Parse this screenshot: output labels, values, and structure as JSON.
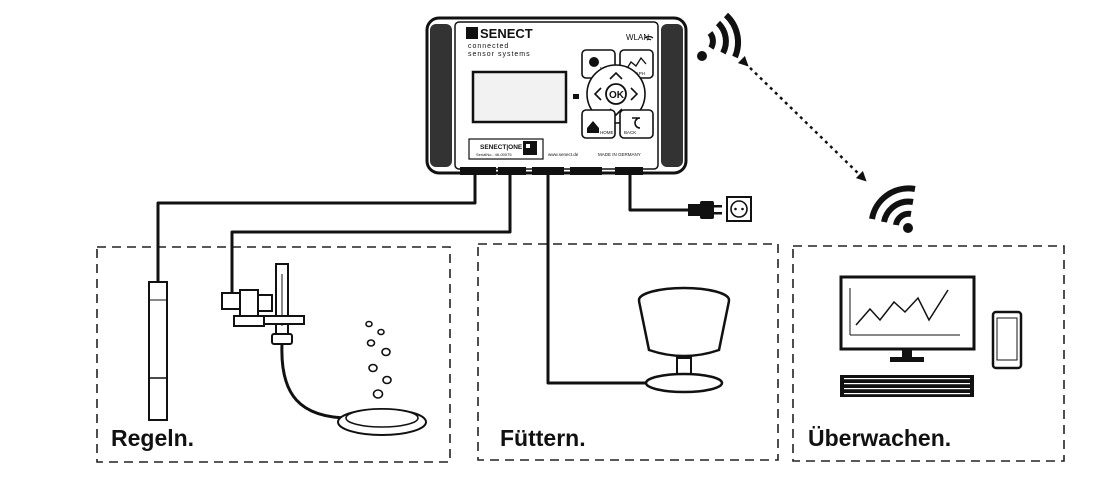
{
  "controller": {
    "brand": "SENECT",
    "tagline_1": "connected",
    "tagline_2": "sensor systems",
    "wlan_label": "WLAN",
    "keys": {
      "menu": "MENU",
      "graph": "GRAPH",
      "ok": "OK",
      "home": "HOME",
      "back": "BACK"
    },
    "label_card": {
      "model": "SENECT|ONE",
      "serial": "SerialNo.: 46-00075",
      "web": "www.senect.de",
      "made_in": "MADE IN GERMANY"
    }
  },
  "sections": {
    "regeln": "Regeln.",
    "fuettern": "Füttern.",
    "ueberwachen": "Überwachen."
  },
  "colors": {
    "ink": "#111111",
    "background": "#ffffff",
    "screen_fill": "#f2f2f2"
  },
  "icons": [
    "wifi-icon",
    "power-plug-icon",
    "power-socket-icon",
    "sensor-probe-icon",
    "co2-valve-icon",
    "bubble-diffuser-icon",
    "food-dispenser-icon",
    "monitor-icon",
    "keyboard-icon",
    "smartphone-icon"
  ]
}
